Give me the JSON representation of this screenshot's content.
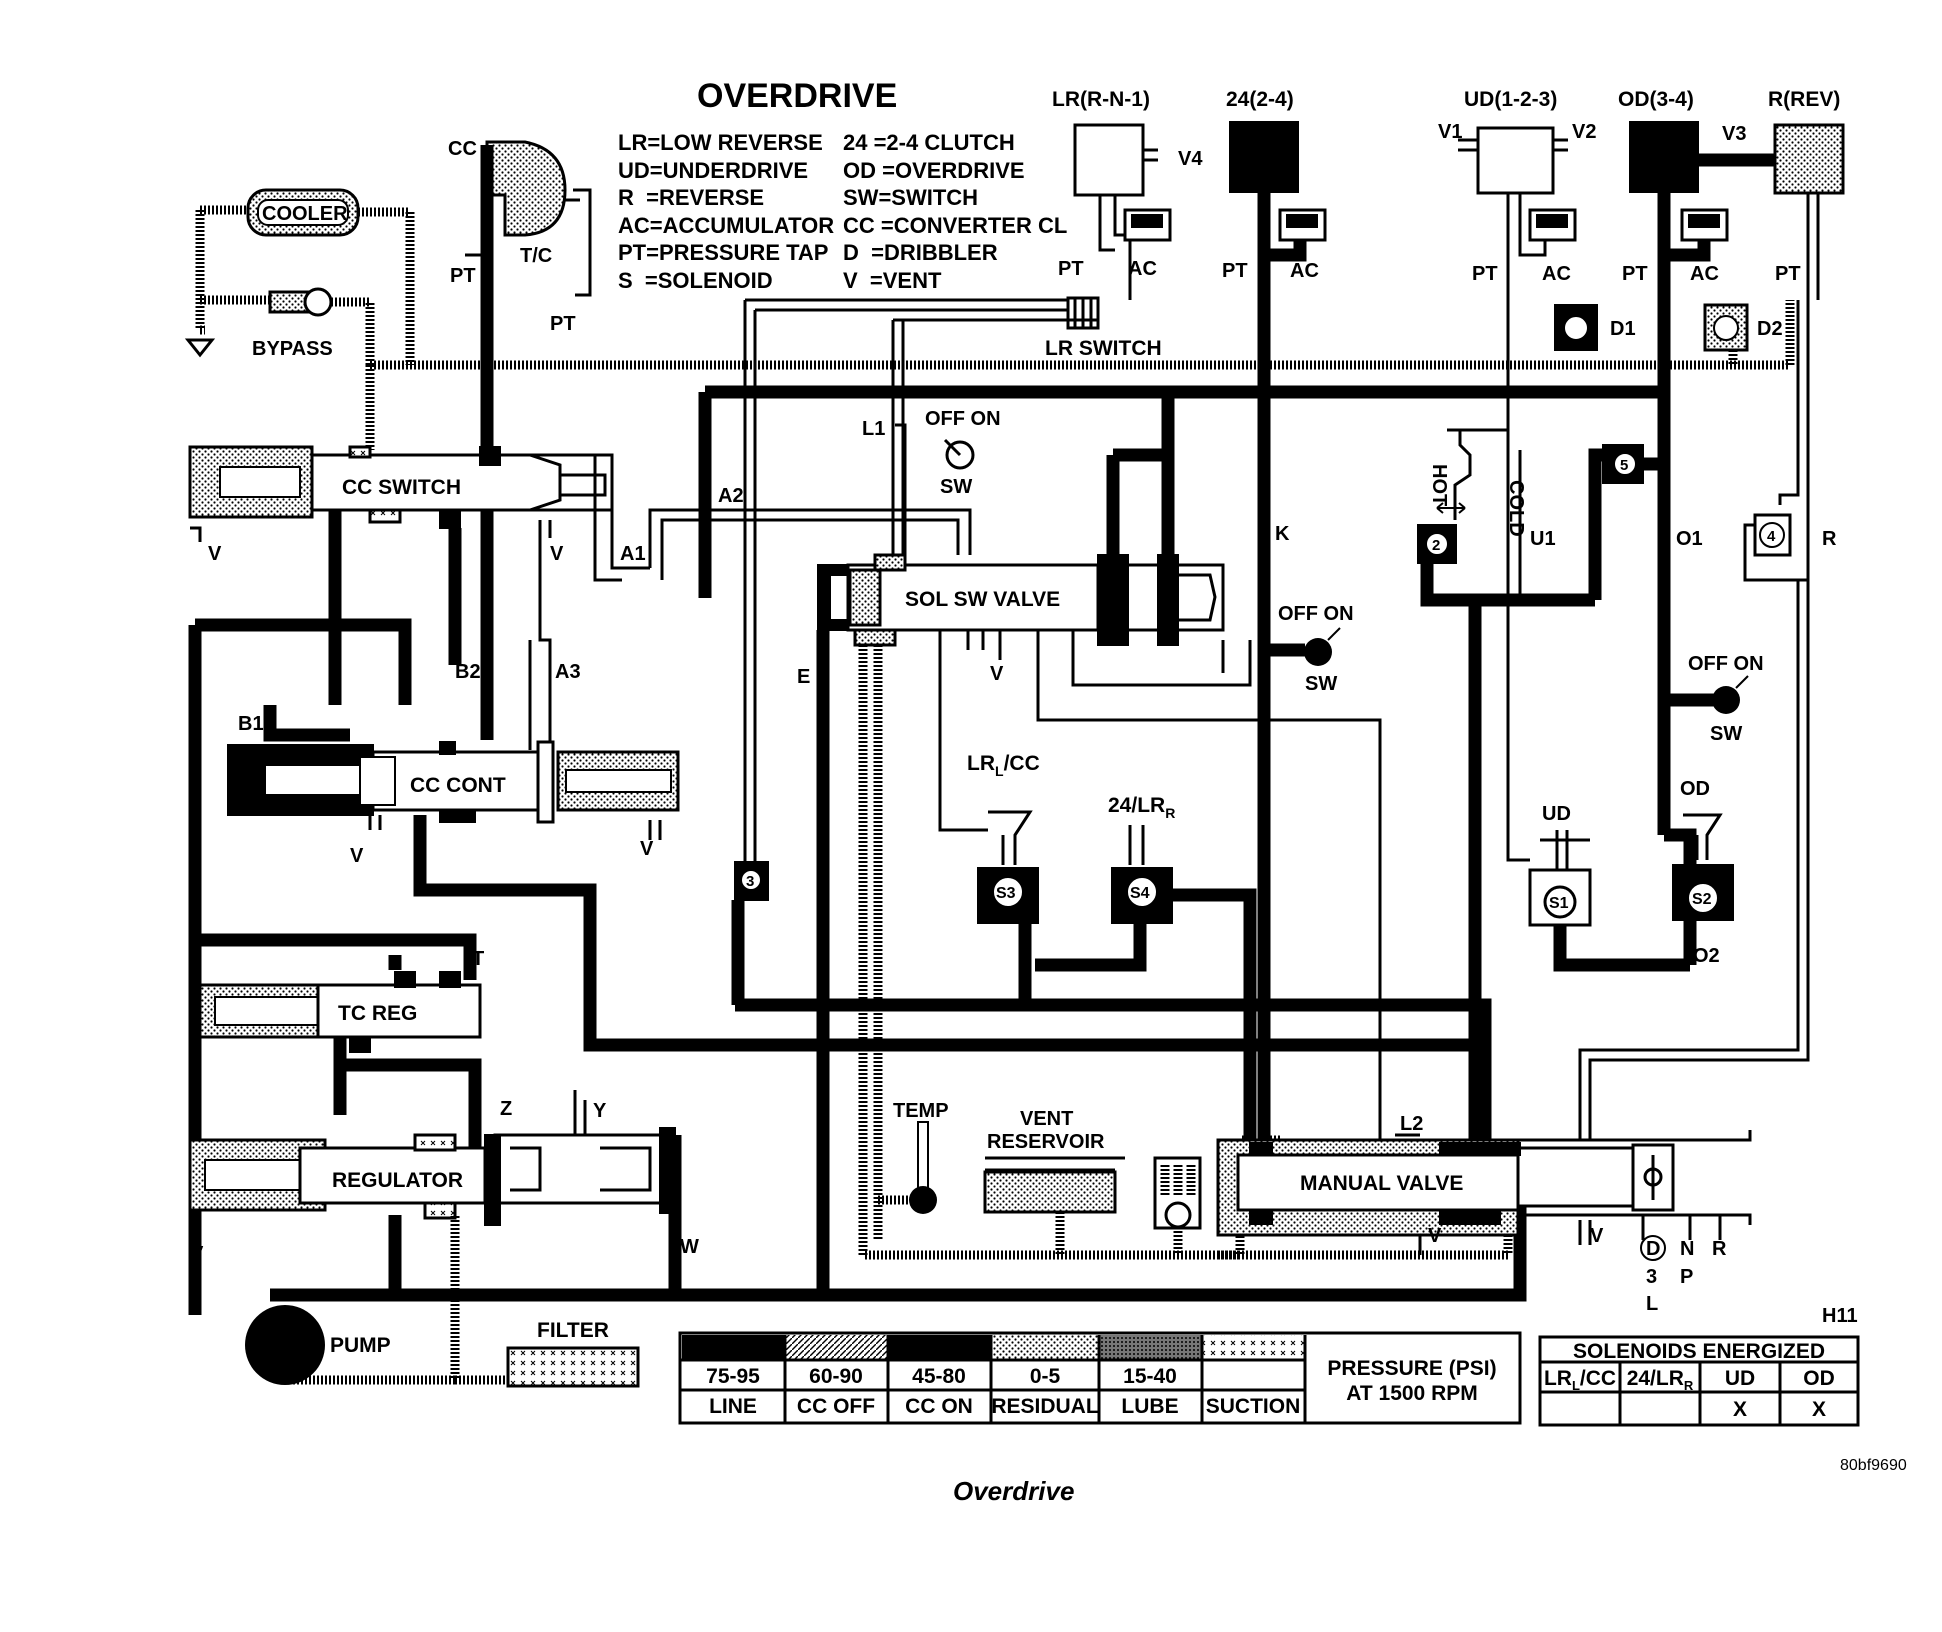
{
  "title": "OVERDRIVE",
  "abbreviations_left": [
    "LR=LOW REVERSE",
    "UD=UNDERDRIVE",
    "R  =REVERSE",
    "AC=ACCUMULATOR",
    "PT=PRESSURE TAP",
    "S  =SOLENOID"
  ],
  "abbreviations_right": [
    "24 =2-4 CLUTCH",
    "OD =OVERDRIVE",
    "SW=SWITCH",
    "CC =CONVERTER CL",
    "D  =DRIBBLER",
    "V  =VENT"
  ],
  "clutches": {
    "lr": "LR(R-N-1)",
    "c24": "24(2-4)",
    "ud": "UD(1-2-3)",
    "od": "OD(3-4)",
    "rev": "R(REV)"
  },
  "valves": {
    "cc_switch": "CC SWITCH",
    "cc_cont": "CC CONT",
    "tc_reg": "TC REG",
    "regulator": "REGULATOR",
    "sol_sw_valve": "SOL SW VALVE",
    "manual_valve": "MANUAL VALVE",
    "lr_switch": "LR SWITCH"
  },
  "components": {
    "cooler": "COOLER",
    "bypass": "BYPASS",
    "pump": "PUMP",
    "filter": "FILTER",
    "temp": "TEMP",
    "vent_reservoir_1": "VENT",
    "vent_reservoir_2": "RESERVOIR",
    "tc": "T/C",
    "cc": "CC"
  },
  "labels": {
    "pt": "PT",
    "ac": "AC",
    "v": "V",
    "v1": "V1",
    "v2": "V2",
    "v3": "V3",
    "v4": "V4",
    "d1": "D1",
    "d2": "D2",
    "a1": "A1",
    "a2": "A2",
    "a3": "A3",
    "b1": "B1",
    "b2": "B2",
    "e": "E",
    "k": "K",
    "l1": "L1",
    "l2": "L2",
    "u1": "U1",
    "o1": "O1",
    "o2": "O2",
    "r": "R",
    "t": "T",
    "w": "W",
    "y": "Y",
    "z": "Z",
    "off_on": "OFF ON",
    "sw": "SW",
    "hot": "HOT",
    "cold": "COLD",
    "sol_lrcc": "LR",
    "sol_lrcc_sub": "L",
    "sol_lrcc_tail": "/CC",
    "sol_24lr": "24/LR",
    "sol_24lr_sub": "R",
    "ud": "UD",
    "od": "OD",
    "s1": "S1",
    "s2": "S2",
    "s3": "S3",
    "s4": "S4",
    "n2": "2",
    "n3": "3",
    "n4": "4",
    "n5": "5"
  },
  "shift_positions": {
    "top_row": [
      "D",
      "N",
      "R"
    ],
    "second_row": [
      "3",
      "P"
    ],
    "third_row": [
      "L"
    ]
  },
  "pressure_legend": {
    "columns": [
      {
        "range": "75-95",
        "name": "LINE"
      },
      {
        "range": "60-90",
        "name": "CC OFF"
      },
      {
        "range": "45-80",
        "name": "CC ON"
      },
      {
        "range": "0-5",
        "name": "RESIDUAL"
      },
      {
        "range": "15-40",
        "name": "LUBE"
      },
      {
        "range": "",
        "name": "SUCTION"
      }
    ],
    "caption_1": "PRESSURE (PSI)",
    "caption_2": "AT 1500 RPM"
  },
  "solenoids_energized": {
    "header": "SOLENOIDS ENERGIZED",
    "figure_tag": "H11",
    "columns": [
      {
        "name": "LR",
        "sub": "L",
        "tail": "/CC",
        "mark": ""
      },
      {
        "name": "24/LR",
        "sub": "R",
        "tail": "",
        "mark": ""
      },
      {
        "name": "UD",
        "sub": "",
        "tail": "",
        "mark": "X"
      },
      {
        "name": "OD",
        "sub": "",
        "tail": "",
        "mark": "X"
      }
    ]
  },
  "figure_id": "80bf9690",
  "caption": "Overdrive"
}
